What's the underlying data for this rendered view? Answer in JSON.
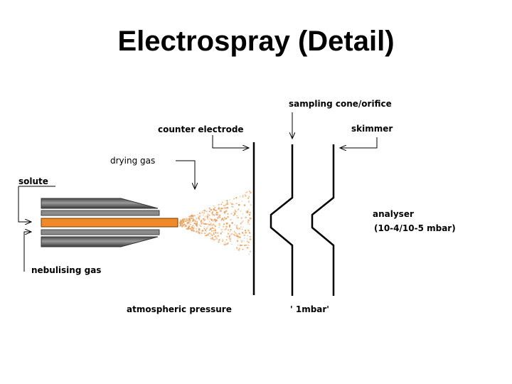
{
  "slide": {
    "title": "Electrospray (Detail)"
  },
  "diagram": {
    "labels": {
      "sampling_cone": "sampling cone/orifice",
      "counter_electrode": "counter electrode",
      "skimmer": "skimmer",
      "drying_gas": "drying gas",
      "solute": "solute",
      "analyser": "analyser",
      "analyser_pressure": "(10-4/10-5 mbar)",
      "nebulising_gas": "nebulising gas",
      "atmospheric_pressure": "atmospheric pressure",
      "intermediate_pressure": "' 1mbar'"
    },
    "colors": {
      "needle_core": "#f08a28",
      "needle_body": "#7a7a7a",
      "spray": "#e8a060",
      "line": "#000000"
    }
  }
}
